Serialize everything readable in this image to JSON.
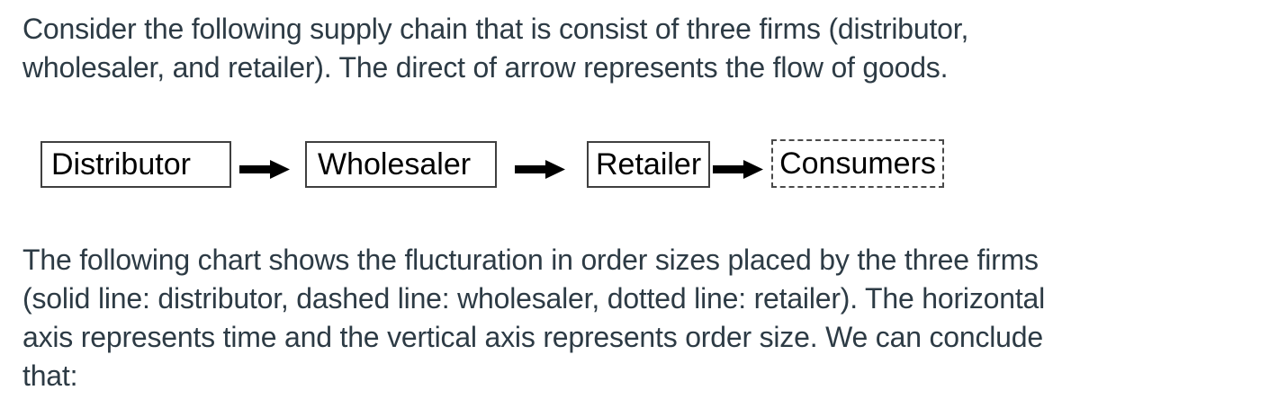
{
  "question": {
    "intro": {
      "lines": [
        "Consider the following supply chain that is consist of three firms (distributor,",
        "wholesaler, and retailer). The direct of arrow represents the flow of goods."
      ]
    },
    "diagram": {
      "nodes": [
        {
          "label": "Distributor",
          "border": "solid"
        },
        {
          "label": "Wholesaler",
          "border": "solid"
        },
        {
          "label": "Retailer",
          "border": "solid"
        },
        {
          "label": "Consumers",
          "border": "dashed"
        }
      ],
      "arrows": [
        {
          "icon": "right-arrow"
        },
        {
          "icon": "right-arrow"
        },
        {
          "icon": "right-arrow"
        }
      ]
    },
    "body": {
      "lines": [
        "The following chart shows the flucturation in order sizes placed by the three firms",
        "(solid line: distributor, dashed line: wholesaler, dotted line: retailer). The horizontal",
        "axis represents time and the vertical axis represents order size. We can conclude",
        "that:"
      ]
    }
  },
  "colors": {
    "paragraph_text": "#2d3b45",
    "diagram_text": "#000000",
    "box_border_solid": "#3f3f3f",
    "box_border_dashed": "#4a4a4a",
    "arrow_fill": "#000000",
    "background": "#ffffff"
  }
}
